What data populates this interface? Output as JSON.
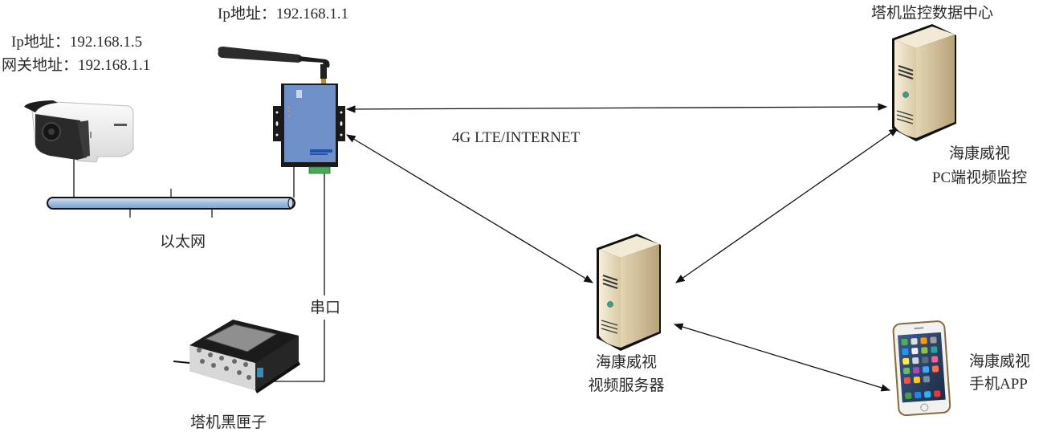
{
  "diagram": {
    "labels": {
      "router_ip": "Ip地址：192.168.1.1",
      "camera_ip": "Ip地址：192.168.1.5",
      "camera_gateway": "网关地址：192.168.1.1",
      "ethernet": "以太网",
      "serial_port": "串口",
      "black_box": "塔机黑匣子",
      "network": "4G LTE/INTERNET",
      "data_center_title": "塔机监控数据中心",
      "pc_client_line1": "海康威视",
      "pc_client_line2": "PC端视频监控",
      "video_server_line1": "海康威视",
      "video_server_line2": "视频服务器",
      "mobile_app_line1": "海康威视",
      "mobile_app_line2": "手机APP"
    },
    "nodes": [
      {
        "id": "camera",
        "icon": "ip-camera-icon"
      },
      {
        "id": "router",
        "icon": "4g-router-icon"
      },
      {
        "id": "black_box",
        "icon": "black-box-device-icon"
      },
      {
        "id": "data_center",
        "icon": "server-tower-icon"
      },
      {
        "id": "video_server",
        "icon": "server-tower-icon"
      },
      {
        "id": "mobile_app",
        "icon": "smartphone-icon"
      }
    ],
    "connections": [
      {
        "from": "camera",
        "to": "router",
        "type": "ethernet-bus"
      },
      {
        "from": "black_box",
        "to": "router",
        "type": "serial"
      },
      {
        "from": "router",
        "to": "data_center",
        "type": "bidirectional-arrow"
      },
      {
        "from": "router",
        "to": "video_server",
        "type": "bidirectional-arrow"
      },
      {
        "from": "video_server",
        "to": "data_center",
        "type": "bidirectional-arrow"
      },
      {
        "from": "video_server",
        "to": "mobile_app",
        "type": "bidirectional-arrow"
      }
    ],
    "colors": {
      "server_body": "#e8dcc0",
      "router_body": "#6f8fc8",
      "bus_fill": "#a9c4e4",
      "line": "#111111"
    }
  }
}
